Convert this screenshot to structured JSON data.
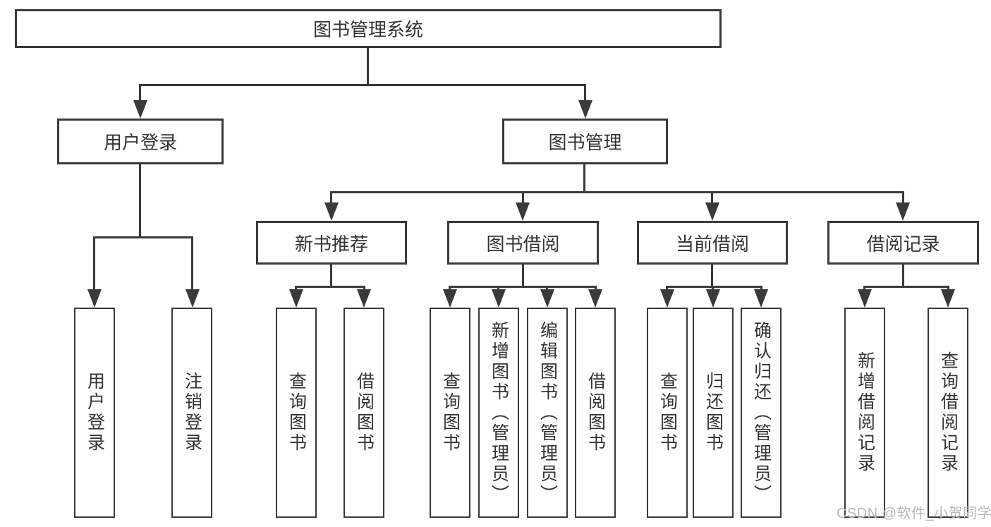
{
  "colors": {
    "line": "#3a3a3a",
    "text": "#333333",
    "background": "#ffffff",
    "watermark": "#bdb7b7"
  },
  "watermark": "CSDN @软件_小贺同学",
  "tree": {
    "root": {
      "label": "图书管理系统",
      "children": [
        {
          "label": "用户登录",
          "children": [
            {
              "label": "用户登录"
            },
            {
              "label": "注销登录"
            }
          ]
        },
        {
          "label": "图书管理",
          "children": [
            {
              "label": "新书推荐",
              "children": [
                {
                  "label": "查询图书"
                },
                {
                  "label": "借阅图书"
                }
              ]
            },
            {
              "label": "图书借阅",
              "children": [
                {
                  "label": "查询图书"
                },
                {
                  "label": "新增图书（管理员）"
                },
                {
                  "label": "编辑图书（管理员）"
                },
                {
                  "label": "借阅图书"
                }
              ]
            },
            {
              "label": "当前借阅",
              "children": [
                {
                  "label": "查询图书"
                },
                {
                  "label": "归还图书"
                },
                {
                  "label": "确认归还（管理员）"
                }
              ]
            },
            {
              "label": "借阅记录",
              "children": [
                {
                  "label": "新增借阅记录"
                },
                {
                  "label": "查询借阅记录"
                }
              ]
            }
          ]
        }
      ]
    }
  }
}
